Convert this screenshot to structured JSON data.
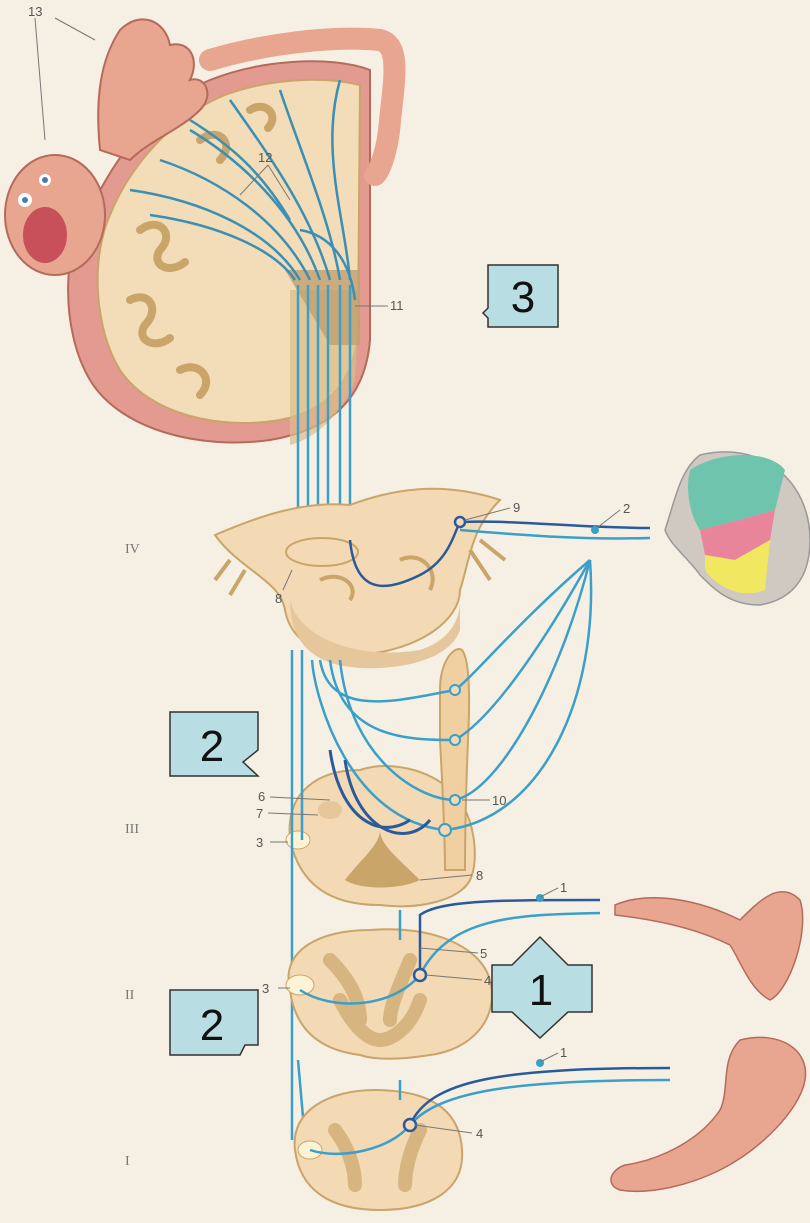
{
  "labels": {
    "n1a": "1",
    "n1b": "1",
    "n2": "2",
    "n3a": "3",
    "n3b": "3",
    "n4a": "4",
    "n4b": "4",
    "n5": "5",
    "n6": "6",
    "n7": "7",
    "n8a": "8",
    "n8b": "8",
    "n9": "9",
    "n10": "10",
    "n11": "11",
    "n12": "12",
    "n13": "13"
  },
  "levels": {
    "iv": "IV",
    "iii": "III",
    "ii": "II",
    "i": "I"
  },
  "boxes": {
    "box3": "3",
    "box2_top": "2",
    "box2_bottom": "2",
    "box1": "1"
  },
  "colors": {
    "nerve": "#3a9fc9",
    "nerve_dark": "#2a5a9a",
    "box_fill": "#b8dde3",
    "section_fill": "#f3d9b4",
    "grey_matter": "#c9a56a",
    "skin": "#e79e8a"
  }
}
